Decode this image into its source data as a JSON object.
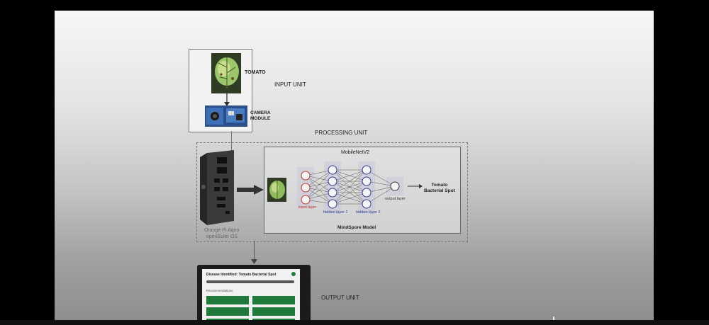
{
  "diagram": {
    "input_unit": {
      "title": "INPUT UNIT",
      "tomato_label": "TOMATO",
      "camera_label_line1": "CAMERA",
      "camera_label_line2": "MODULE"
    },
    "processing_unit": {
      "title": "PROCESSING UNIT",
      "device_line1": "Orange Pi Aipro",
      "device_line2": "openEuler OS",
      "model_title": "MobileNetV2",
      "input_layer": "input layer",
      "hidden_layer_1": "hidden layer 1",
      "hidden_layer_2": "hidden layer 2",
      "output_layer": "output layer",
      "result_line1": "Tomato",
      "result_line2": "Bacterial Spot",
      "footer": "MindSpore Model"
    },
    "output_unit": {
      "title": "OUTPUT UNIT",
      "screen_heading": "Disease Identified: Tomato Bacterial Spot",
      "section_label": "Recommendations"
    }
  },
  "colors": {
    "slide_top": "#f6f6f6",
    "slide_bottom": "#8c8c8c",
    "input_layer": "#c0392b",
    "hidden_layer": "#2c3e8f",
    "screen_green": "#1f7a3c",
    "leaf_green": "#6aa84f",
    "board_blue": "#3f6fb5"
  }
}
